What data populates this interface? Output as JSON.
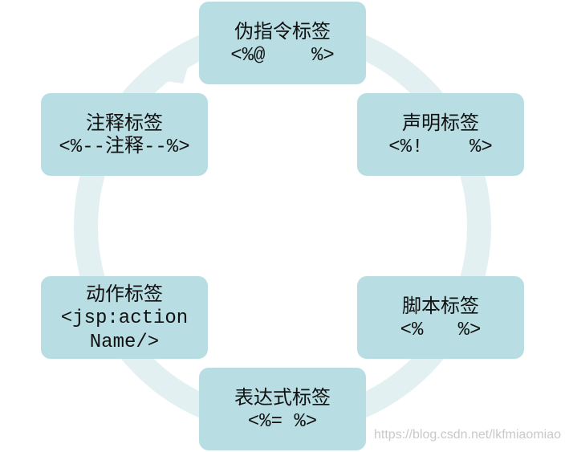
{
  "colors": {
    "node_fill": "#b8dde2",
    "ring": "#e3f0f2"
  },
  "nodes": [
    {
      "title": "伪指令标签",
      "code": "<%@    %>"
    },
    {
      "title": "声明标签",
      "code": "<%!    %>"
    },
    {
      "title": "脚本标签",
      "code": "<%   %>"
    },
    {
      "title": "表达式标签",
      "code": "<%= %>"
    },
    {
      "title": "动作标签",
      "code": "<jsp:action\nName/>"
    },
    {
      "title": "注释标签",
      "code": "<%--注释--%>"
    }
  ],
  "watermark": "https://blog.csdn.net/lkfmiaomiao"
}
